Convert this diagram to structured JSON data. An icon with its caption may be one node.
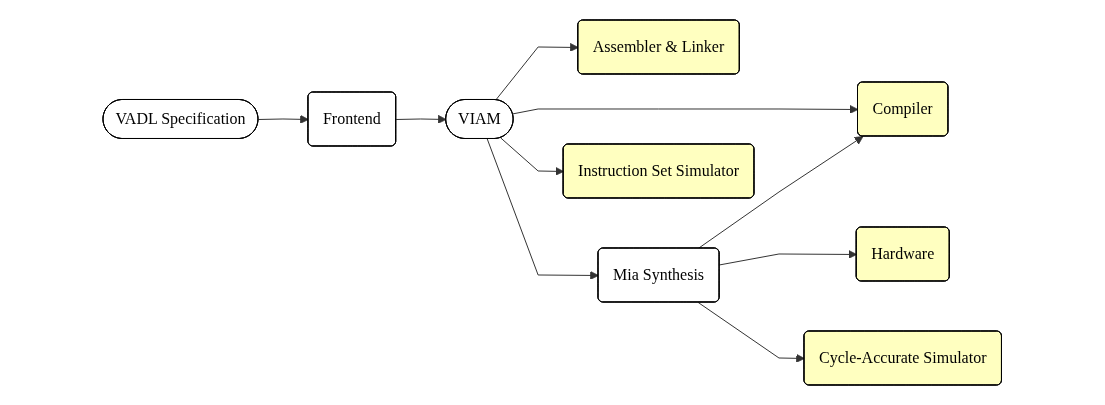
{
  "diagram": {
    "nodes": [
      {
        "text": [
          "Assembler & Linker"
        ]
      },
      {
        "text": [
          "Compiler"
        ]
      },
      {
        "text": [
          "VADL Specification"
        ]
      },
      {
        "text": [
          "Frontend"
        ]
      },
      {
        "text": [
          "VIAM"
        ]
      },
      {
        "text": [
          "Mia Synthesis"
        ]
      },
      {
        "text": [
          "Hardware"
        ]
      },
      {
        "text": [
          "Instruction Set Simulator"
        ]
      },
      {
        "text": [
          "Cycle-Accurate Simulator"
        ]
      }
    ],
    "edges": [
      {
        "from": 2,
        "to": 3,
        "arrow": "to"
      },
      {
        "from": 3,
        "to": 4,
        "arrow": "to"
      },
      {
        "from": 4,
        "to": 0,
        "arrow": "to"
      },
      {
        "from": 4,
        "to": 1,
        "arrow": "to"
      },
      {
        "from": 4,
        "to": 5,
        "arrow": "to"
      },
      {
        "from": 4,
        "to": 7,
        "arrow": "to"
      },
      {
        "from": 5,
        "to": 1,
        "arrow": "to"
      },
      {
        "from": 5,
        "to": 6,
        "arrow": "to"
      },
      {
        "from": 5,
        "to": 8,
        "arrow": "to"
      }
    ]
  }
}
